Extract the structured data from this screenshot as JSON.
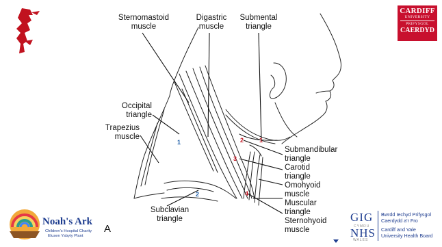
{
  "labels": {
    "sternomastoid": "Sternomastoid\nmuscle",
    "digastric": "Digastric\nmuscle",
    "submental": "Submental\ntriangle",
    "occipital": "Occipital\ntriangle",
    "trapezius": "Trapezius\nmuscle",
    "submandibular": "Submandibular\ntriangle",
    "carotid": "Carotid\ntriangle",
    "omohyoid": "Omohyoid\nmuscle",
    "muscular": "Muscular\ntriangle",
    "sternohyoid": "Sternohyoid\nmuscle",
    "subclavian": "Subclavian\ntriangle",
    "panel_letter": "A"
  },
  "numbers": {
    "n1_blue": "1",
    "n2_blue": "2",
    "n1_red": "1",
    "n2_red": "2",
    "n3_red": "3",
    "n4_red": "4"
  },
  "logos": {
    "cardiff": {
      "line1": "CARDIFF",
      "line2": "UNIVERSITY",
      "line3": "PRIFYSGOL",
      "line4": "CAERDYD"
    },
    "noahs_ark": {
      "title": "Noah's Ark",
      "sub1": "Children's Hospital Charity",
      "sub2": "Elusen Ysbyty Plant"
    },
    "nhs": {
      "gig": "GIG",
      "cymru": "CYMRU",
      "nhs": "NHS",
      "wales": "WALES",
      "text1": "Bwrdd Iechyd Prifysgol",
      "text2": "Caerdydd a'r Fro",
      "text3": "Cardiff and Vale",
      "text4": "University Health Board"
    }
  },
  "colors": {
    "blue_numbers": "#1f5fa8",
    "red_numbers": "#c1121f",
    "cardiff_red": "#c8102e",
    "nhs_blue": "#1d3c8f",
    "dragon_red": "#c1121f"
  },
  "icons": [
    "welsh-dragon-icon",
    "rainbow-ark-icon",
    "down-arrow-icon"
  ]
}
